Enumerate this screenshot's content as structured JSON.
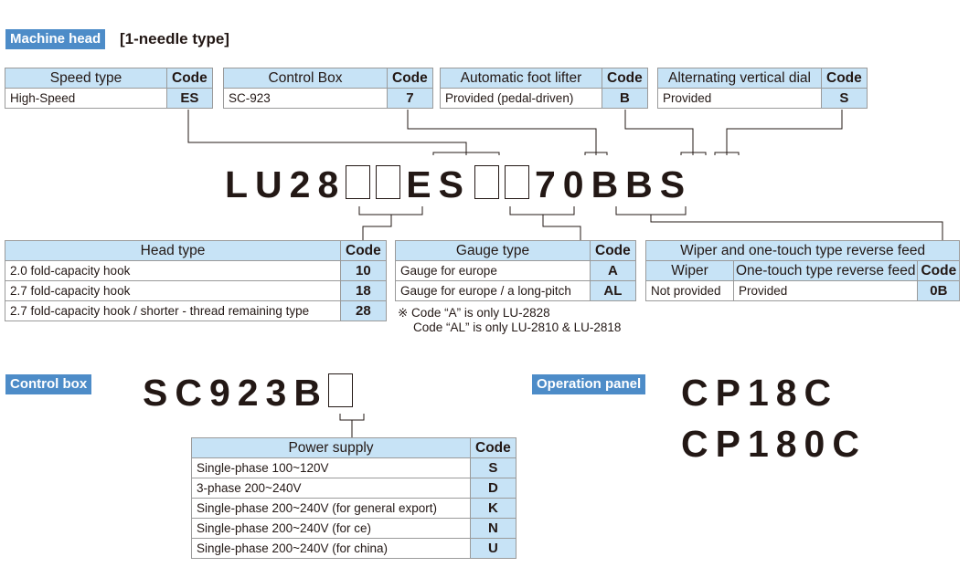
{
  "machine_head": {
    "tag": "Machine head",
    "subtitle": "[1-needle type]",
    "model_parts": [
      "LU28",
      "ES",
      "70BBS"
    ],
    "speed": {
      "header": "Speed type",
      "code_header": "Code",
      "rows": [
        [
          "High-Speed",
          "ES"
        ]
      ]
    },
    "control_box": {
      "header": "Control Box",
      "code_header": "Code",
      "rows": [
        [
          "SC-923",
          "7"
        ]
      ]
    },
    "foot_lifter": {
      "header": "Automatic foot lifter",
      "code_header": "Code",
      "rows": [
        [
          "Provided (pedal-driven)",
          "B"
        ]
      ]
    },
    "dial": {
      "header": "Alternating vertical dial",
      "code_header": "Code",
      "rows": [
        [
          "Provided",
          "S"
        ]
      ]
    },
    "head_type": {
      "header": "Head type",
      "code_header": "Code",
      "rows": [
        [
          "2.0 fold-capacity hook",
          "10"
        ],
        [
          "2.7 fold-capacity hook",
          "18"
        ],
        [
          "2.7 fold-capacity hook / shorter - thread remaining type",
          "28"
        ]
      ]
    },
    "gauge_type": {
      "header": "Gauge type",
      "code_header": "Code",
      "rows": [
        [
          "Gauge for europe",
          "A"
        ],
        [
          "Gauge for europe / a long-pitch",
          "AL"
        ]
      ],
      "note_line1": "※ Code “A” is only LU-2828",
      "note_line2": "Code “AL” is only LU-2810 & LU-2818"
    },
    "wiper": {
      "header": "Wiper and one-touch type reverse feed",
      "sub_header_1": "Wiper",
      "sub_header_2": "One-touch type reverse feed",
      "code_header": "Code",
      "rows": [
        [
          "Not provided",
          "Provided",
          "0B"
        ]
      ]
    }
  },
  "control_box_section": {
    "tag": "Control box",
    "model": "SC923B",
    "power": {
      "header": "Power supply",
      "code_header": "Code",
      "rows": [
        [
          "Single-phase 100~120V",
          "S"
        ],
        [
          "3-phase 200~240V",
          "D"
        ],
        [
          "Single-phase 200~240V (for general export)",
          "K"
        ],
        [
          "Single-phase 200~240V (for ce)",
          "N"
        ],
        [
          "Single-phase 200~240V (for china)",
          "U"
        ]
      ]
    }
  },
  "operation_panel": {
    "tag": "Operation panel",
    "models": [
      "CP18C",
      "CP180C"
    ]
  }
}
